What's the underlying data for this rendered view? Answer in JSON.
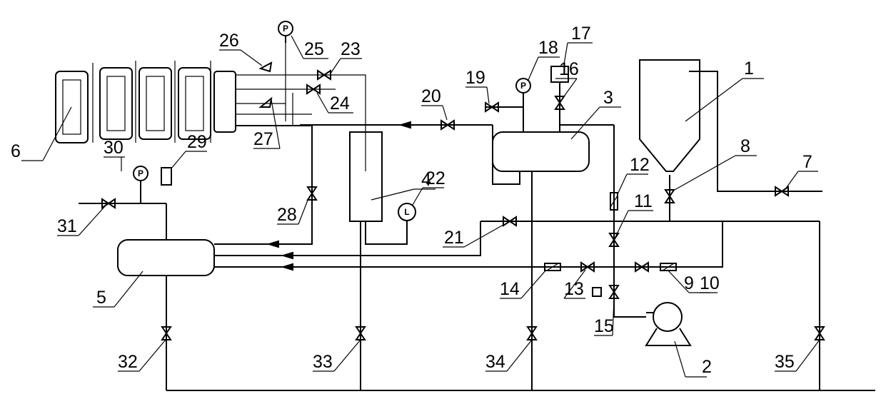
{
  "labels": {
    "n1": "1",
    "n2": "2",
    "n3": "3",
    "n4": "4",
    "n5": "5",
    "n6": "6",
    "n7": "7",
    "n8": "8",
    "n9": "9",
    "n10": "10",
    "n11": "11",
    "n12": "12",
    "n13": "13",
    "n14": "14",
    "n15": "15",
    "n16": "16",
    "n17": "17",
    "n18": "18",
    "n19": "19",
    "n20": "20",
    "n21": "21",
    "n22": "22",
    "n23": "23",
    "n24": "24",
    "n25": "25",
    "n26": "26",
    "n27": "27",
    "n28": "28",
    "n29": "29",
    "n30": "30",
    "n31": "31",
    "n32": "32",
    "n33": "33",
    "n34": "34",
    "n35": "35"
  },
  "gauges": {
    "pressure": "P",
    "level": "L"
  }
}
